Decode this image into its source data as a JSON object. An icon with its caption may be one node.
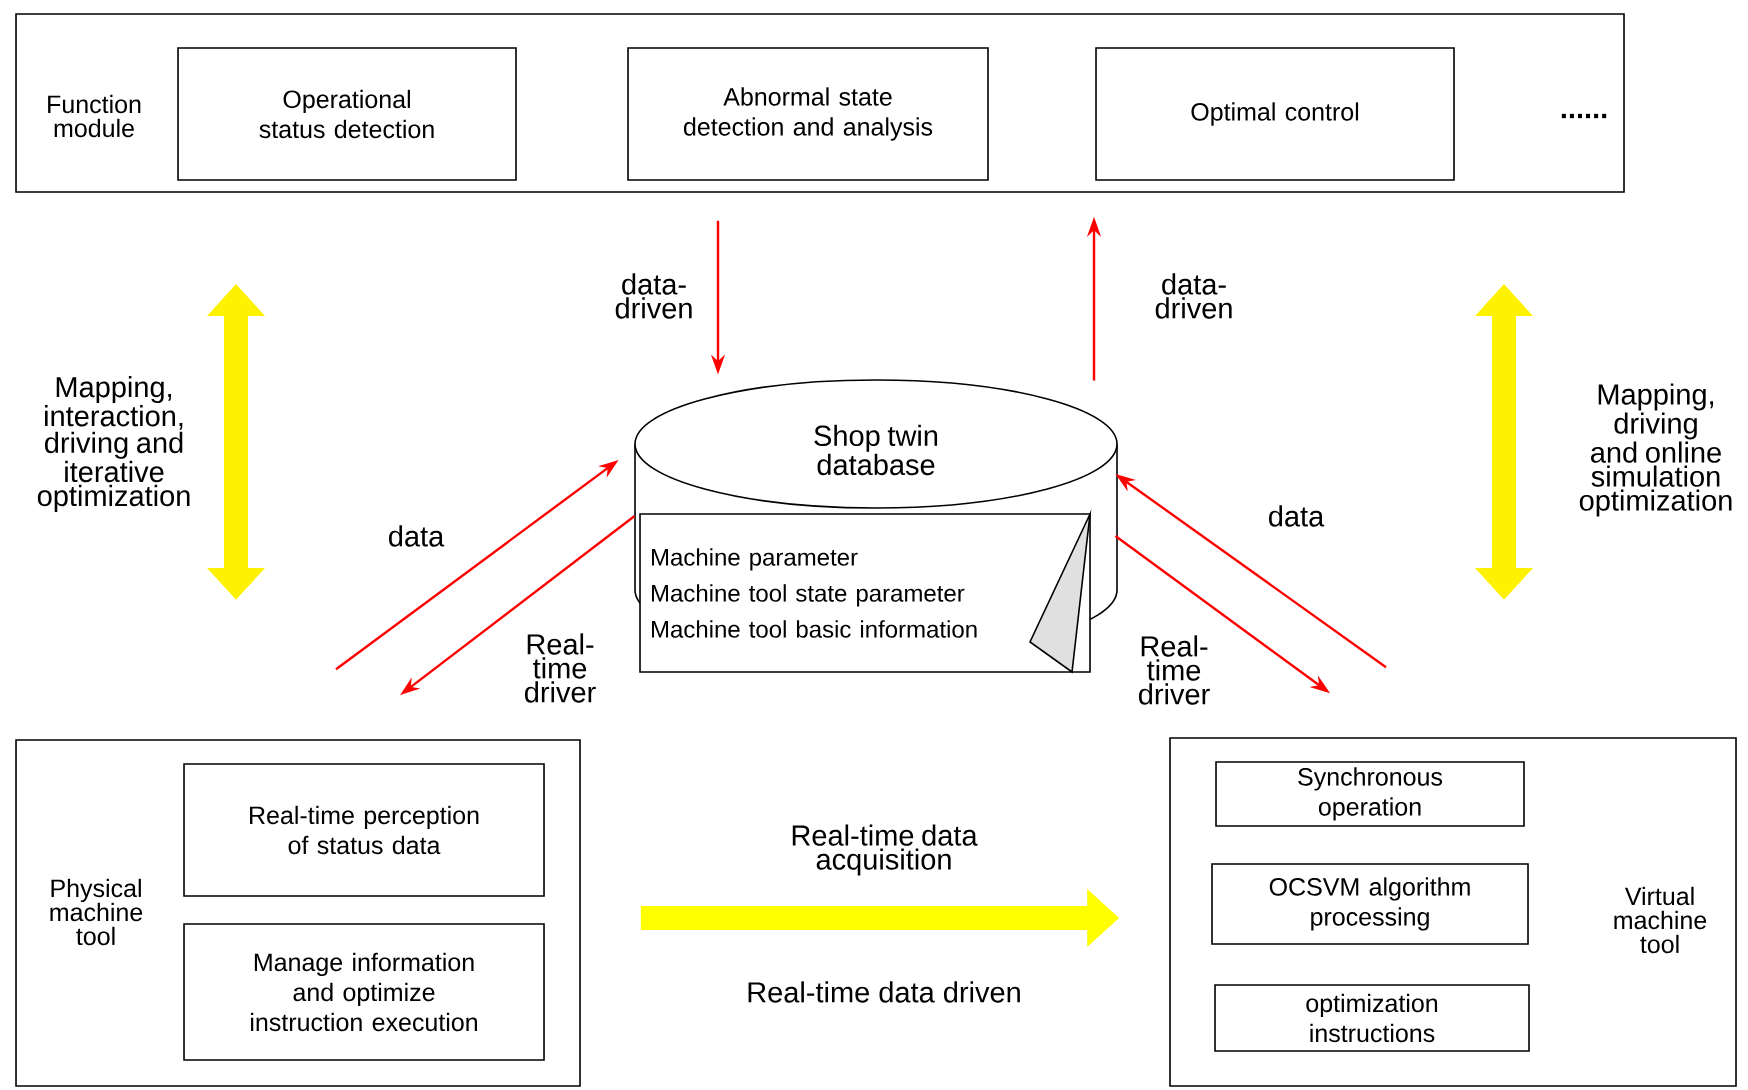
{
  "diagram": {
    "nodes": [
      {
        "text": [
          "Function module"
        ]
      },
      {
        "text": [
          "Operational status detection"
        ],
        "in": 0
      },
      {
        "text": [
          "Abnormal state detection and analysis"
        ],
        "in": 0
      },
      {
        "text": [
          "Optimal control"
        ],
        "in": 0
      },
      {
        "text": [
          "Shop twin database"
        ]
      },
      {
        "text": [
          "Machine parameter",
          "Machine tool state parameter",
          "Machine tool basic information"
        ]
      },
      {
        "text": [
          "Physical machine tool"
        ]
      },
      {
        "text": [
          "Real-time perception of status data"
        ],
        "in": 6
      },
      {
        "text": [
          "Manage information and optimize instruction execution"
        ],
        "in": 6
      },
      {
        "text": [
          "Virtual machine tool"
        ]
      },
      {
        "text": [
          "Synchronous operation"
        ],
        "in": 9
      },
      {
        "text": [
          "OCSVM algorithm processing"
        ],
        "in": 9
      },
      {
        "text": [
          "optimization instructions"
        ],
        "in": 9
      }
    ],
    "edges": [
      {
        "from": 0,
        "to": 4,
        "arrow": "to",
        "label": "data-driven"
      },
      {
        "from": 4,
        "to": 0,
        "arrow": "to",
        "label": "data-driven"
      },
      {
        "from": 6,
        "to": 4,
        "arrow": "to",
        "label": "data"
      },
      {
        "from": 4,
        "to": 6,
        "arrow": "to",
        "label": "Real-time driver"
      },
      {
        "from": 9,
        "to": 4,
        "arrow": "to",
        "label": "data"
      },
      {
        "from": 4,
        "to": 9,
        "arrow": "to",
        "label": "Real-time driver"
      },
      {
        "from": 6,
        "to": 9,
        "arrow": "to",
        "label": "Real-time data acquisition",
        "style": "thick",
        "color": "#ffff00"
      }
    ],
    "labels": [
      "......",
      "Mapping, interaction, driving and iterative optimization",
      "Mapping, driving and online simulation optimization",
      "Real-time data driven"
    ]
  }
}
